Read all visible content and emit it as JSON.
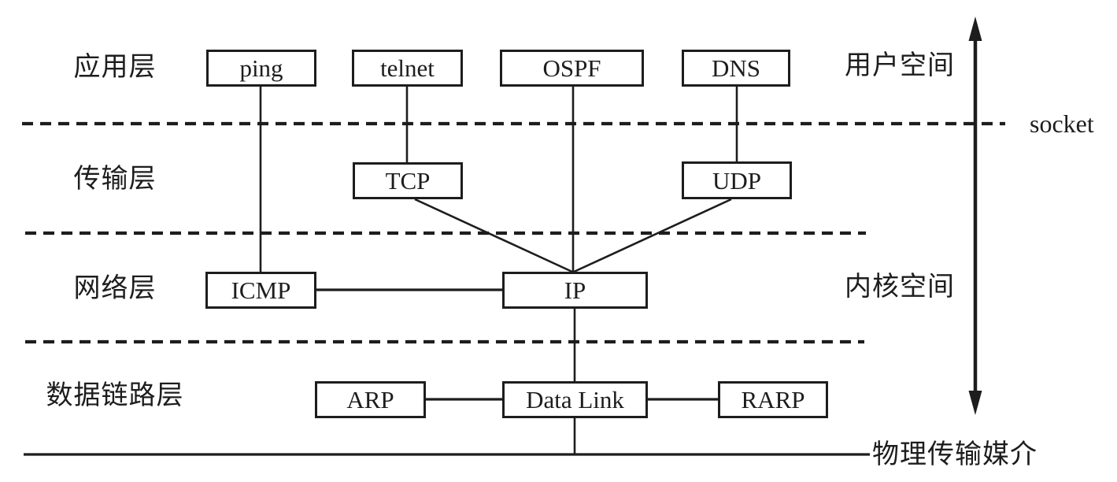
{
  "colors": {
    "ink": "#1d1d1d",
    "background": "#ffffff"
  },
  "layer_labels": {
    "application": "应用层",
    "transport": "传输层",
    "network": "网络层",
    "data_link": "数据链路层"
  },
  "space_labels": {
    "user_space": "用户空间",
    "kernel_space": "内核空间"
  },
  "boundary_labels": {
    "socket": "socket",
    "physical_medium": "物理传输媒介"
  },
  "nodes": {
    "ping": "ping",
    "telnet": "telnet",
    "ospf": "OSPF",
    "dns": "DNS",
    "tcp": "TCP",
    "udp": "UDP",
    "icmp": "ICMP",
    "ip": "IP",
    "arp": "ARP",
    "data_link": "Data Link",
    "rarp": "RARP"
  },
  "edges": [
    {
      "from": "ping",
      "to": "ICMP"
    },
    {
      "from": "telnet",
      "to": "TCP"
    },
    {
      "from": "OSPF",
      "to": "IP"
    },
    {
      "from": "DNS",
      "to": "UDP"
    },
    {
      "from": "TCP",
      "to": "IP"
    },
    {
      "from": "UDP",
      "to": "IP"
    },
    {
      "from": "ICMP",
      "to": "IP"
    },
    {
      "from": "IP",
      "to": "Data Link"
    },
    {
      "from": "ARP",
      "to": "Data Link"
    },
    {
      "from": "Data Link",
      "to": "RARP"
    },
    {
      "from": "Data Link",
      "to": "物理传输媒介"
    }
  ]
}
